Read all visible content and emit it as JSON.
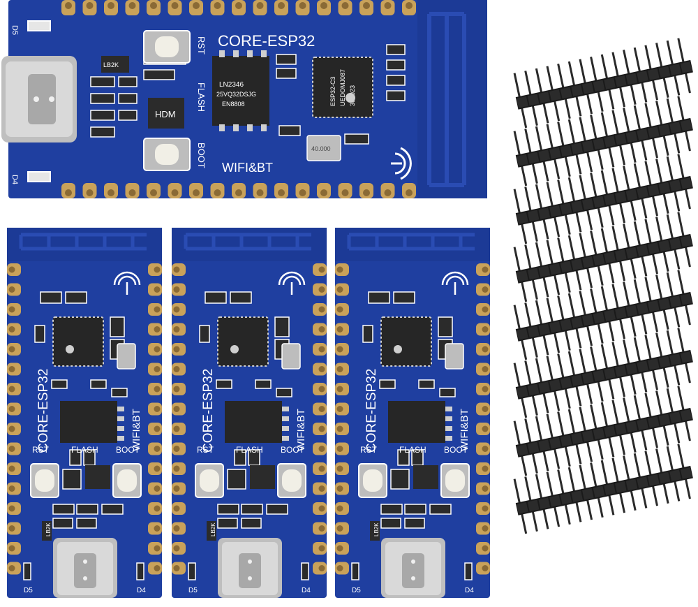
{
  "colors": {
    "pcb": "#1f3fa0",
    "pcb_dark": "#15307f",
    "pad": "#c9a25a",
    "pad_hole": "#8a6a35",
    "silk": "#ffffff",
    "chip": "#222222",
    "metal": "#c8c8c8",
    "button_cap": "#f1efe6",
    "header_plastic": "#1a1a1a",
    "pin": "#2a2a2a"
  },
  "main_board": {
    "title": "CORE-ESP32",
    "flash_chip_text": [
      "LN2346",
      "25VQ32DSJG",
      "EN8808"
    ],
    "mcu_text": [
      "ESP32-C3",
      "UEDOMJ087",
      "302023"
    ],
    "crystal_text": "40.000",
    "regulator_text": "LB2K",
    "usb_chip_text": "HDM",
    "labels": {
      "rst": "RST",
      "flash": "FLASH",
      "boot": "BOOT",
      "wifi_bt": "WIFI&BT",
      "d5": "D5",
      "d4": "D4"
    }
  },
  "small_board": {
    "title": "CORE-ESP32",
    "wifi_bt": "WIFI&BT",
    "rst": "RST",
    "flash": "FLASH",
    "boot": "BOOT",
    "d5": "D5",
    "d4": "D4",
    "regulator_text": "LB2K"
  },
  "small_board_count": 3,
  "header_strip_count": 8,
  "pins_per_header": 16
}
